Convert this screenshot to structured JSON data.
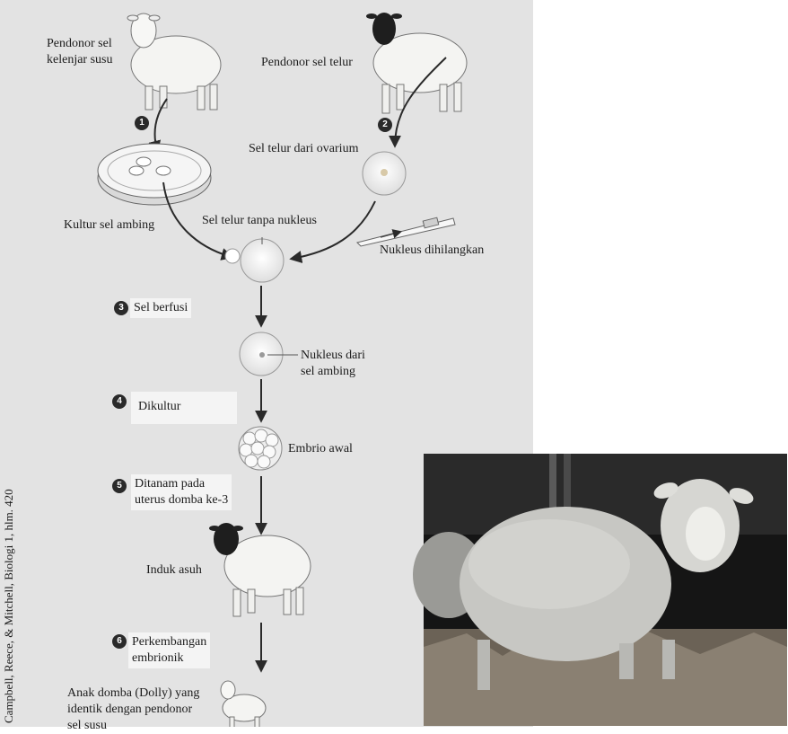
{
  "credit": "Campbell, Reece, & Mitchell, Biologi 1, hlm. 420",
  "donor_mammary": [
    "Pendonor sel",
    "kelenjar susu"
  ],
  "donor_egg": "Pendonor sel telur",
  "egg_from_ovary": "Sel telur dari ovarium",
  "culture": "Kultur sel ambing",
  "egg_no_nucleus": "Sel telur tanpa nukleus",
  "nucleus_removed": "Nukleus dihilangkan",
  "nucleus_from_udder": [
    "Nukleus dari",
    "sel ambing"
  ],
  "early_embryo": "Embrio awal",
  "surrogate": "Induk asuh",
  "dolly": [
    "Anak domba (Dolly) yang",
    "identik dengan pendonor",
    "sel susu"
  ],
  "steps": [
    {
      "number": "1"
    },
    {
      "number": "2"
    },
    {
      "number": "3",
      "lines": [
        "Sel berfusi"
      ]
    },
    {
      "number": "4",
      "lines": [
        "Dikultur"
      ]
    },
    {
      "number": "5",
      "lines": [
        "Ditanam pada",
        "uterus domba ke-3"
      ]
    },
    {
      "number": "6",
      "lines": [
        "Perkembangan",
        "embrionik"
      ]
    }
  ]
}
